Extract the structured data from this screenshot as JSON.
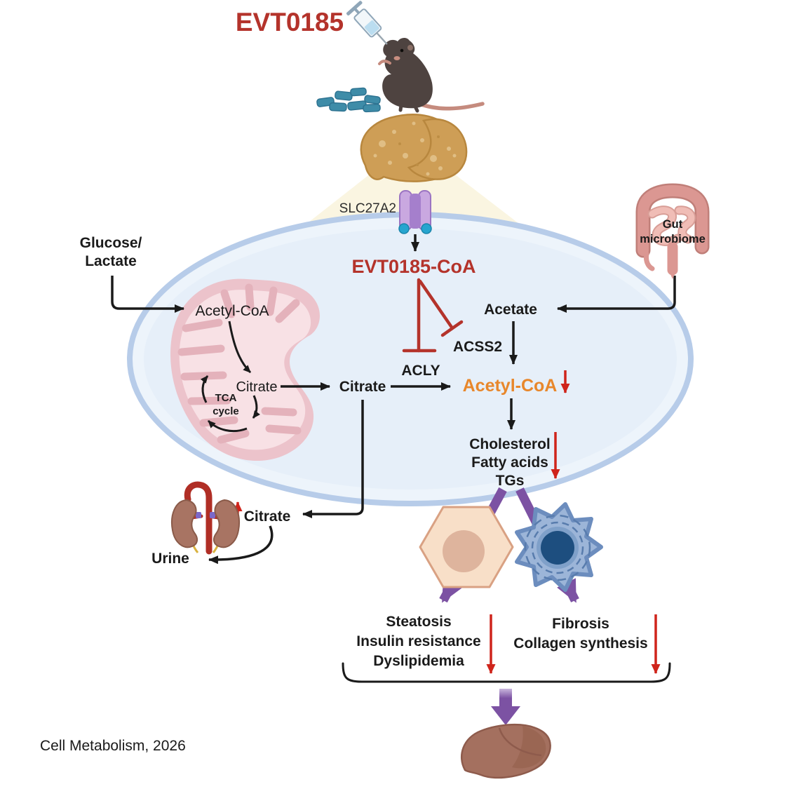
{
  "figure": {
    "title": "EVT0185",
    "credit": "Cell Metabolism, 2026"
  },
  "colors": {
    "title_red": "#B4332B",
    "arrow_red": "#CF241B",
    "acetyl_coa_orange": "#E8872B",
    "outcome_purple": "#7C52A3",
    "cell_fill": "#EDF4FB",
    "membrane_blue": "#B7CCE9",
    "mitochondria_pink": "#F8E1E5",
    "pill_teal": "#3E8CA8"
  },
  "nodes": {
    "transporter": "SLC27A2",
    "drug_conjugate": "EVT0185-CoA",
    "glucose_lactate": [
      "Glucose/",
      "Lactate"
    ],
    "mito_acetyl_coa": "Acetyl-CoA",
    "mito_citrate": "Citrate",
    "tca": [
      "TCA",
      "cycle"
    ],
    "cyto_citrate": "Citrate",
    "acly": "ACLY",
    "acss2": "ACSS2",
    "acetate": "Acetate",
    "cyto_acetyl_coa": "Acetyl-CoA",
    "lipids": [
      "Cholesterol",
      "Fatty acids",
      "TGs"
    ],
    "gut": [
      "Gut",
      "microbiome"
    ],
    "kidney_citrate": "Citrate",
    "urine": "Urine",
    "hepatocyte_outcomes": [
      "Steatosis",
      "Insulin resistance",
      "Dyslipidemia"
    ],
    "stellate_outcomes": [
      "Fibrosis",
      "Collagen synthesis"
    ]
  },
  "icons": {
    "syringe-icon": "drug injection",
    "mouse-icon": "treated mouse",
    "pills-icon": "EVT0185 pellets",
    "fatty-liver-icon": "steatotic liver",
    "transporter-icon": "SLC27A2 membrane transporter",
    "mitochondrion-icon": "mitochondrion with TCA cycle",
    "gut-icon": "gut / intestine",
    "kidney-icon": "kidneys excreting citrate",
    "hepatocyte-icon": "hepatocyte",
    "stellate-cell-icon": "hepatic stellate cell",
    "healthy-liver-icon": "improved liver"
  }
}
